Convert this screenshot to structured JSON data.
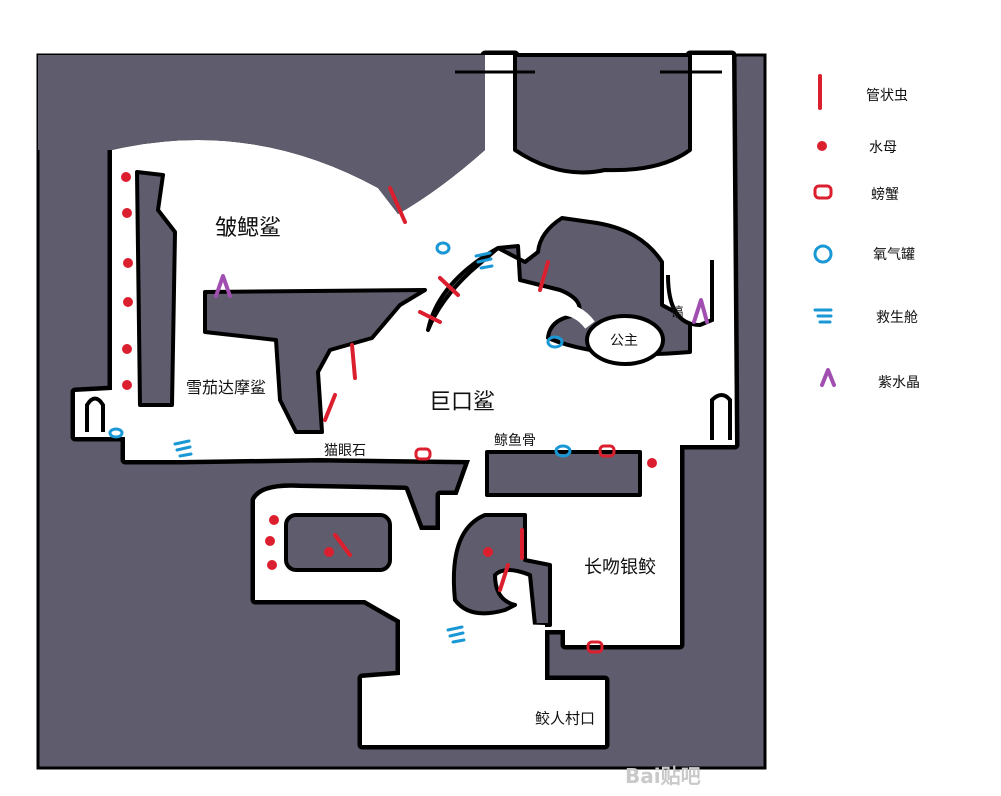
{
  "map": {
    "regions": {
      "frilled_shark": "皱鳃鲨",
      "cookiecutter_shark": "雪茄达摩鲨",
      "megamouth_shark": "巨口鲨",
      "cats_eye_stone": "猫眼石",
      "whale_bone": "鲸鱼骨",
      "princess": "公主",
      "pickaxe": "镐",
      "chimaera": "长吻银鲛",
      "merfolk_village_entrance": "鲛人村口"
    }
  },
  "legend": [
    {
      "icon": "tube-worm",
      "label": "管状虫",
      "color": "#dc1f2e"
    },
    {
      "icon": "jellyfish",
      "label": "水母",
      "color": "#dc1f2e"
    },
    {
      "icon": "crab",
      "label": "螃蟹",
      "color": "#dc1f2e"
    },
    {
      "icon": "oxygen-tank",
      "label": "氧气罐",
      "color": "#1a98d6"
    },
    {
      "icon": "escape-pod",
      "label": "救生舱",
      "color": "#1a98d6"
    },
    {
      "icon": "amethyst",
      "label": "紫水晶",
      "color": "#a04fb0"
    }
  ],
  "watermark": "Bai贴吧"
}
